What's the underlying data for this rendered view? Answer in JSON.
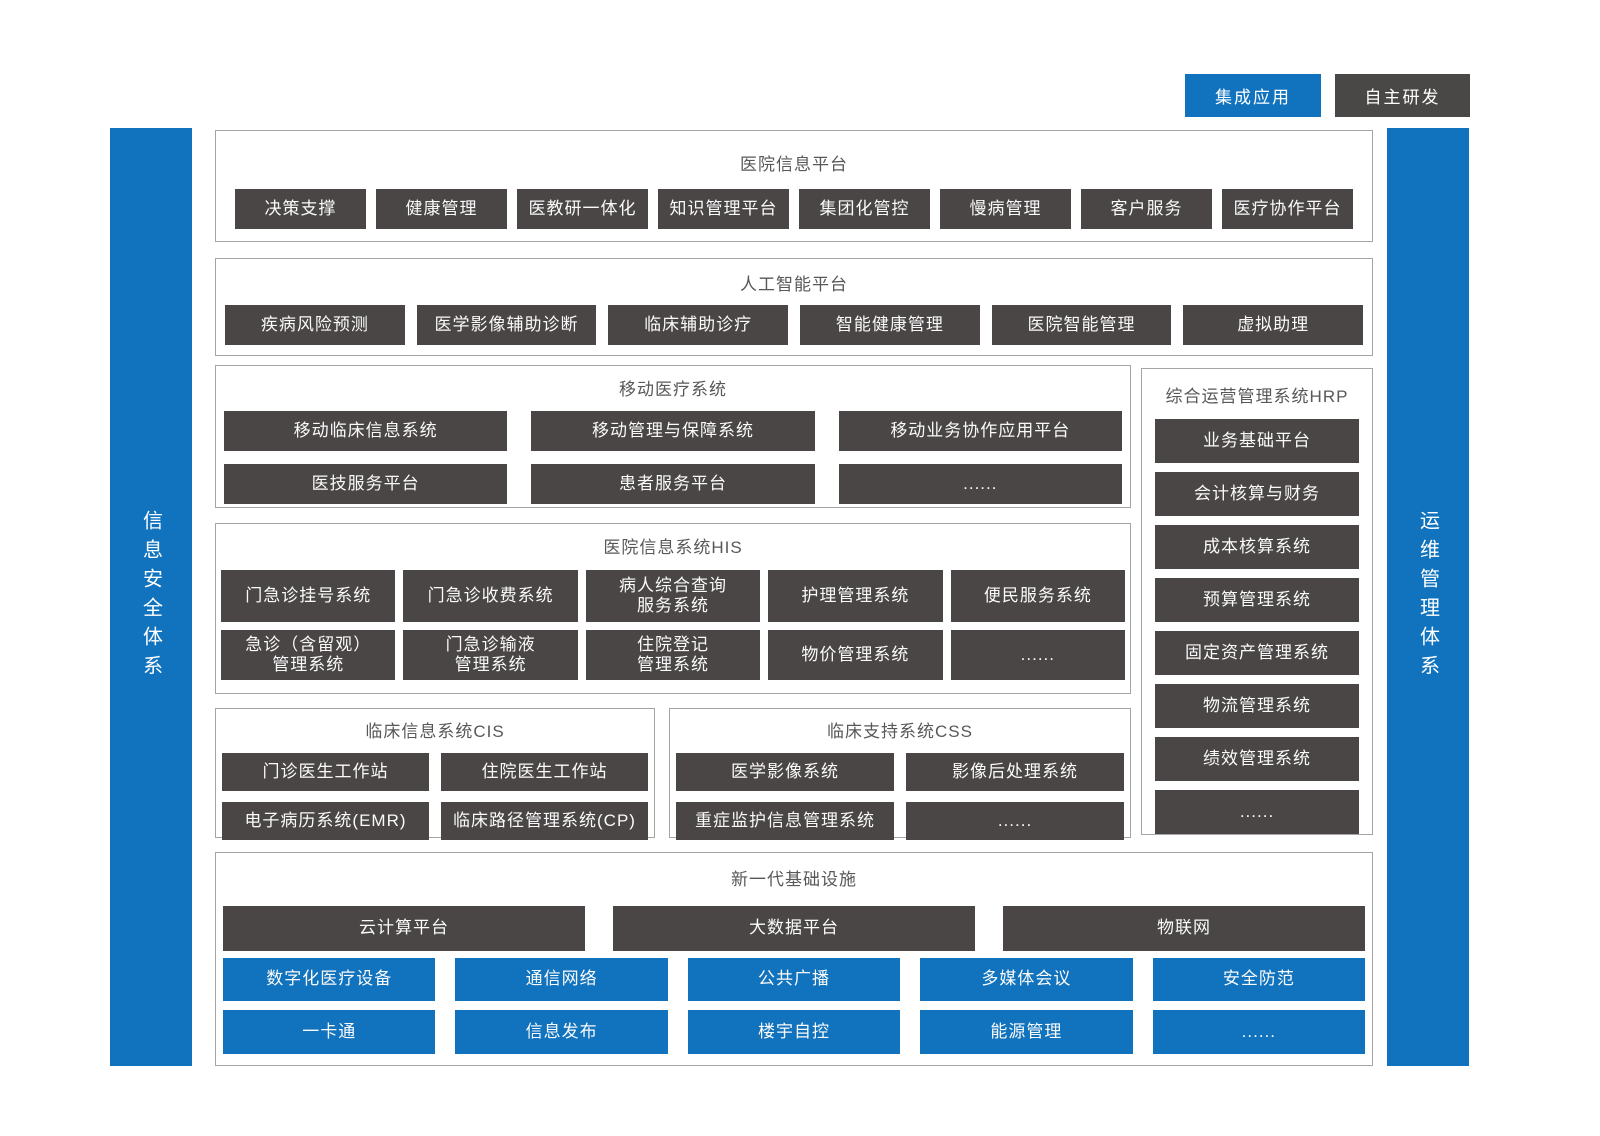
{
  "legend": {
    "integrated": "集成应用",
    "self_developed": "自主研发"
  },
  "side_bars": {
    "left": "信息安全体系",
    "right": "运维管理体系"
  },
  "colors": {
    "blue": "#1173bd",
    "dark_gray": "#494645",
    "border_gray": "#a5a5a5",
    "title_text": "#595757"
  },
  "sections": {
    "platform": {
      "title": "医院信息平台",
      "items": [
        "决策支撑",
        "健康管理",
        "医教研一体化",
        "知识管理平台",
        "集团化管控",
        "慢病管理",
        "客户服务",
        "医疗协作平台"
      ]
    },
    "ai": {
      "title": "人工智能平台",
      "items": [
        "疾病风险预测",
        "医学影像辅助诊断",
        "临床辅助诊疗",
        "智能健康管理",
        "医院智能管理",
        "虚拟助理"
      ]
    },
    "mobile": {
      "title": "移动医疗系统",
      "items": [
        "移动临床信息系统",
        "移动管理与保障系统",
        "移动业务协作应用平台",
        "医技服务平台",
        "患者服务平台",
        "......"
      ]
    },
    "hrp": {
      "title": "综合运营管理系统HRP",
      "items": [
        "业务基础平台",
        "会计核算与财务",
        "成本核算系统",
        "预算管理系统",
        "固定资产管理系统",
        "物流管理系统",
        "绩效管理系统",
        "......"
      ]
    },
    "his": {
      "title": "医院信息系统HIS",
      "items": [
        "门急诊挂号系统",
        "门急诊收费系统",
        "病人综合查询\n服务系统",
        "护理管理系统",
        "便民服务系统",
        "急诊（含留观）\n管理系统",
        "门急诊输液\n管理系统",
        "住院登记\n管理系统",
        "物价管理系统",
        "......"
      ]
    },
    "cis": {
      "title": "临床信息系统CIS",
      "items": [
        "门诊医生工作站",
        "住院医生工作站",
        "电子病历系统(EMR)",
        "临床路径管理系统(CP)"
      ]
    },
    "css": {
      "title": "临床支持系统CSS",
      "items": [
        "医学影像系统",
        "影像后处理系统",
        "重症监护信息管理系统",
        "......"
      ]
    },
    "infra": {
      "title": "新一代基础设施",
      "dark_items": [
        "云计算平台",
        "大数据平台",
        "物联网"
      ],
      "blue_items": [
        "数字化医疗设备",
        "通信网络",
        "公共广播",
        "多媒体会议",
        "安全防范",
        "一卡通",
        "信息发布",
        "楼宇自控",
        "能源管理",
        "......"
      ]
    }
  }
}
